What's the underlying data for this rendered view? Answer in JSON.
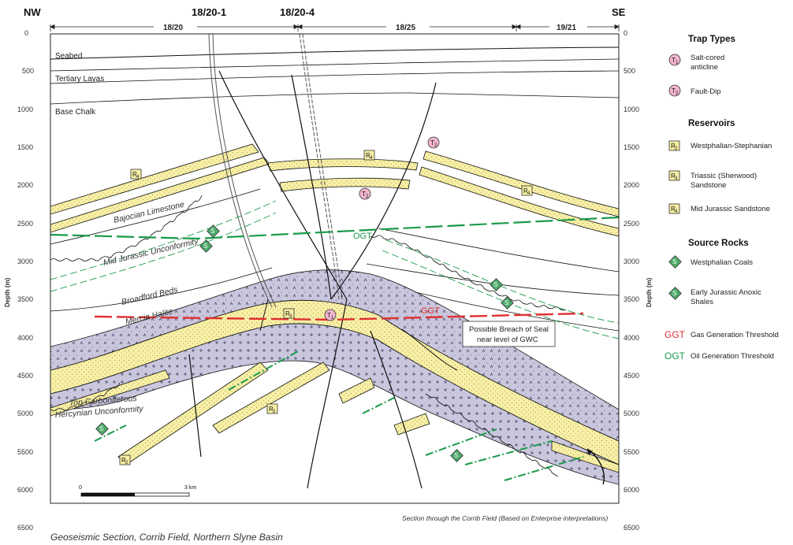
{
  "header": {
    "left_direction": "NW",
    "right_direction": "SE",
    "well_1": "18/20-1",
    "well_2": "18/20-4",
    "blocks": [
      "18/20",
      "18/25",
      "19/21"
    ]
  },
  "axes": {
    "depth_label": "Depth (m)",
    "ticks": [
      "0",
      "500",
      "1000",
      "1500",
      "2000",
      "2500",
      "3000",
      "3500",
      "4000",
      "4500",
      "5000",
      "5500",
      "6000",
      "6500"
    ]
  },
  "horizons": {
    "seabed": "Seabed",
    "tertiary_lavas": "Tertiary Lavas",
    "base_chalk": "Base Chalk",
    "bajocian": "Bajocian Limestone",
    "mid_jurassic": "Mid Jurassic Unconformity",
    "broadford": "Broadford Beds",
    "mercia": "Mercia Halite",
    "top_carboniferous": "Top Carboniferous",
    "hercynian": "Hercynian Unconformity"
  },
  "thresholds": {
    "ogt": "OGT",
    "ggt": "GGT"
  },
  "callout": {
    "line1": "Possible Breach of Seal",
    "line2": "near level of GWC"
  },
  "scale_bar": {
    "start": "0",
    "end": "3 km"
  },
  "section_note": "Section through the Corrib Field (Based on Enterprise interpretations)",
  "caption": "Geoseismic Section, Corrib Field, Northern Slyne Basin",
  "markers": {
    "T1": "T",
    "T1_sub": "1",
    "T2": "T",
    "T2_sub": "2",
    "R2": "R",
    "R2_sub": "2",
    "R3": "R",
    "R3_sub": "3",
    "R4": "R",
    "R4_sub": "4",
    "S1": "S",
    "S1_sub": "1",
    "S2": "S",
    "S2_sub": "2"
  },
  "legend": {
    "trap_types_title": "Trap Types",
    "t1_line1": "Salt-cored",
    "t1_line2": "anticline",
    "t2": "Fault-Dip",
    "reservoirs_title": "Reservoirs",
    "r2": "Westphalian-Stephanian",
    "r3_line1": "Triassic (Sherwood)",
    "r3_line2": "Sandstone",
    "r4": "Mid Jurassic Sandstone",
    "source_title": "Source Rocks",
    "s2": "Westphalian Coals",
    "s1_line1": "Early Jurassic Anoxic",
    "s1_line2": "Shales",
    "ggt_label": "Gas Generation Threshold",
    "ogt_label": "Oil Generation Threshold"
  },
  "colors": {
    "sand": "#f7efa5",
    "salt": "#c9c6dd",
    "ogt_green": "#1a9a4a",
    "ggt_red": "#e03030",
    "trap_pink": "#f2b6cf",
    "source_green": "#4caa6a"
  }
}
